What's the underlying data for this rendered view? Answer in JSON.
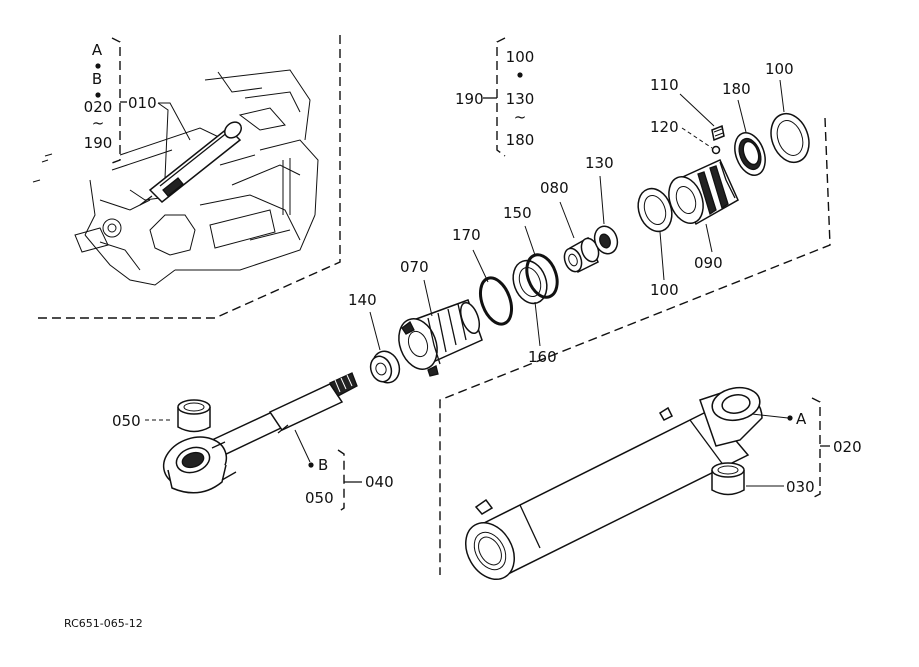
{
  "drawing_code": "RC651-065-12",
  "labels": {
    "l010": "010",
    "l020": "020",
    "l030": "030",
    "l040": "040",
    "l050a": "050",
    "l050b": "050",
    "l070": "070",
    "l080": "080",
    "l090": "090",
    "l100a": "100",
    "l100b": "100",
    "l110": "110",
    "l120": "120",
    "l130": "130",
    "l140": "140",
    "l150": "150",
    "l160": "160",
    "l170": "170",
    "l180": "180",
    "l190": "190",
    "a_mark": "A",
    "b_mark": "B"
  },
  "inset_group": {
    "a": "A",
    "b": "B",
    "start": "020",
    "tilde": "~",
    "end": "190"
  },
  "group_190": {
    "first": "100",
    "second": "130",
    "tilde": "~",
    "end": "180"
  }
}
